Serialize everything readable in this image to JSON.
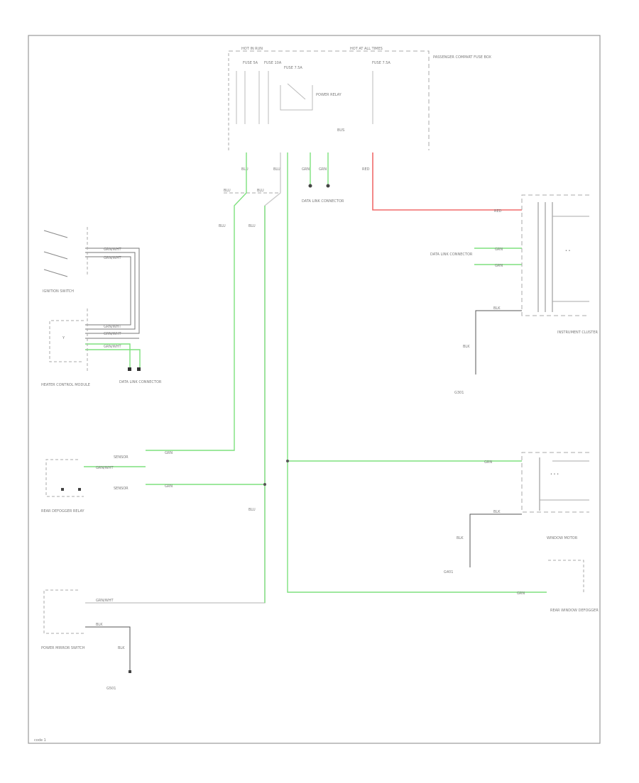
{
  "diagram": {
    "colors": {
      "green_wire": "#7ee07e",
      "red_wire": "#f06a6a",
      "black_wire": "#555555",
      "frame": "#9a9a9a",
      "text": "#7a7a7a"
    },
    "fuse_box": {
      "label_hot_run": "HOT IN RUN",
      "label_hot_all": "HOT AT ALL TIMES",
      "label_box": "PASSENGER COMPART FUSE BOX",
      "fuse_a": "FUSE 5A",
      "fuse_b": "FUSE 10A",
      "fuse_c": "FUSE 7.5A",
      "fuse_d": "FUSE 7.5A",
      "relay": "POWER RELAY",
      "bus": "BUS"
    },
    "wires": {
      "w1": "BLU",
      "w2": "BLU",
      "w3": "GRN",
      "w4": "GRN",
      "w5": "RED",
      "w6": "BLU",
      "w7": "BLU",
      "w8": "BLU",
      "w9": "GRN",
      "w10": "GRN",
      "w11": "BLK",
      "w12": "GRN/WHT",
      "w13": "GRN/WHT",
      "w14": "GRN/WHT",
      "w15": "GRN/WHT",
      "w16": "GRN/WHT",
      "w17": "BLU",
      "w18": "BLK",
      "w19": "GRN",
      "w20": "GRN",
      "w21": "GRN",
      "w22": "GRN",
      "w23": "BLK",
      "w24": "BLK",
      "w25": "BLK",
      "w26": "GRN/WHT",
      "w27": "BLK"
    },
    "components": {
      "ignition_switch": "IGNITION SWITCH",
      "hvac_unit": "HEATER CONTROL MODULE",
      "diagram_block": "DATA LINK CONNECTOR",
      "rear_defog": "REAR DEFOGGER RELAY",
      "rear_window": "REAR WINDOW DEFOGGER",
      "power_mirror": "POWER MIRROR SWITCH",
      "instrument_cluster": "INSTRUMENT CLUSTER",
      "window_motor": "WINDOW MOTOR",
      "sensor": "SENSOR",
      "ground_1": "G301",
      "ground_2": "G401",
      "ground_3": "G501"
    },
    "footer": "code 1"
  }
}
